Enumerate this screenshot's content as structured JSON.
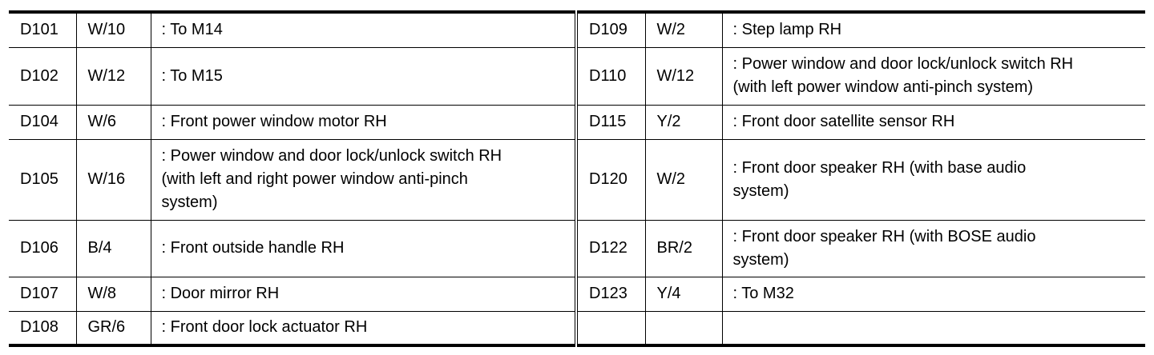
{
  "left": [
    {
      "code": "D101",
      "connector": "W/10",
      "desc": ": To M14"
    },
    {
      "code": "D102",
      "connector": "W/12",
      "desc": ": To M15"
    },
    {
      "code": "D104",
      "connector": "W/6",
      "desc": ": Front power window motor RH"
    },
    {
      "code": "D105",
      "connector": "W/16",
      "desc": ": Power window and door lock/unlock switch RH\n  (with left and right power window anti-pinch\n  system)"
    },
    {
      "code": "D106",
      "connector": "B/4",
      "desc": ": Front outside handle RH"
    },
    {
      "code": "D107",
      "connector": "W/8",
      "desc": ": Door mirror RH"
    },
    {
      "code": "D108",
      "connector": "GR/6",
      "desc": ": Front door lock actuator RH"
    }
  ],
  "right": [
    {
      "code": "D109",
      "connector": "W/2",
      "desc": ": Step lamp RH"
    },
    {
      "code": "D110",
      "connector": "W/12",
      "desc": ": Power window and door lock/unlock switch RH\n  (with left power window anti-pinch system)"
    },
    {
      "code": "D115",
      "connector": "Y/2",
      "desc": ": Front door satellite sensor RH"
    },
    {
      "code": "D120",
      "connector": "W/2",
      "desc": ": Front door speaker RH (with base audio\n  system)"
    },
    {
      "code": "D122",
      "connector": "BR/2",
      "desc": ": Front door speaker RH (with BOSE audio\n  system)"
    },
    {
      "code": "D123",
      "connector": "Y/4",
      "desc": ": To M32"
    },
    {
      "code": "",
      "connector": "",
      "desc": ""
    }
  ]
}
